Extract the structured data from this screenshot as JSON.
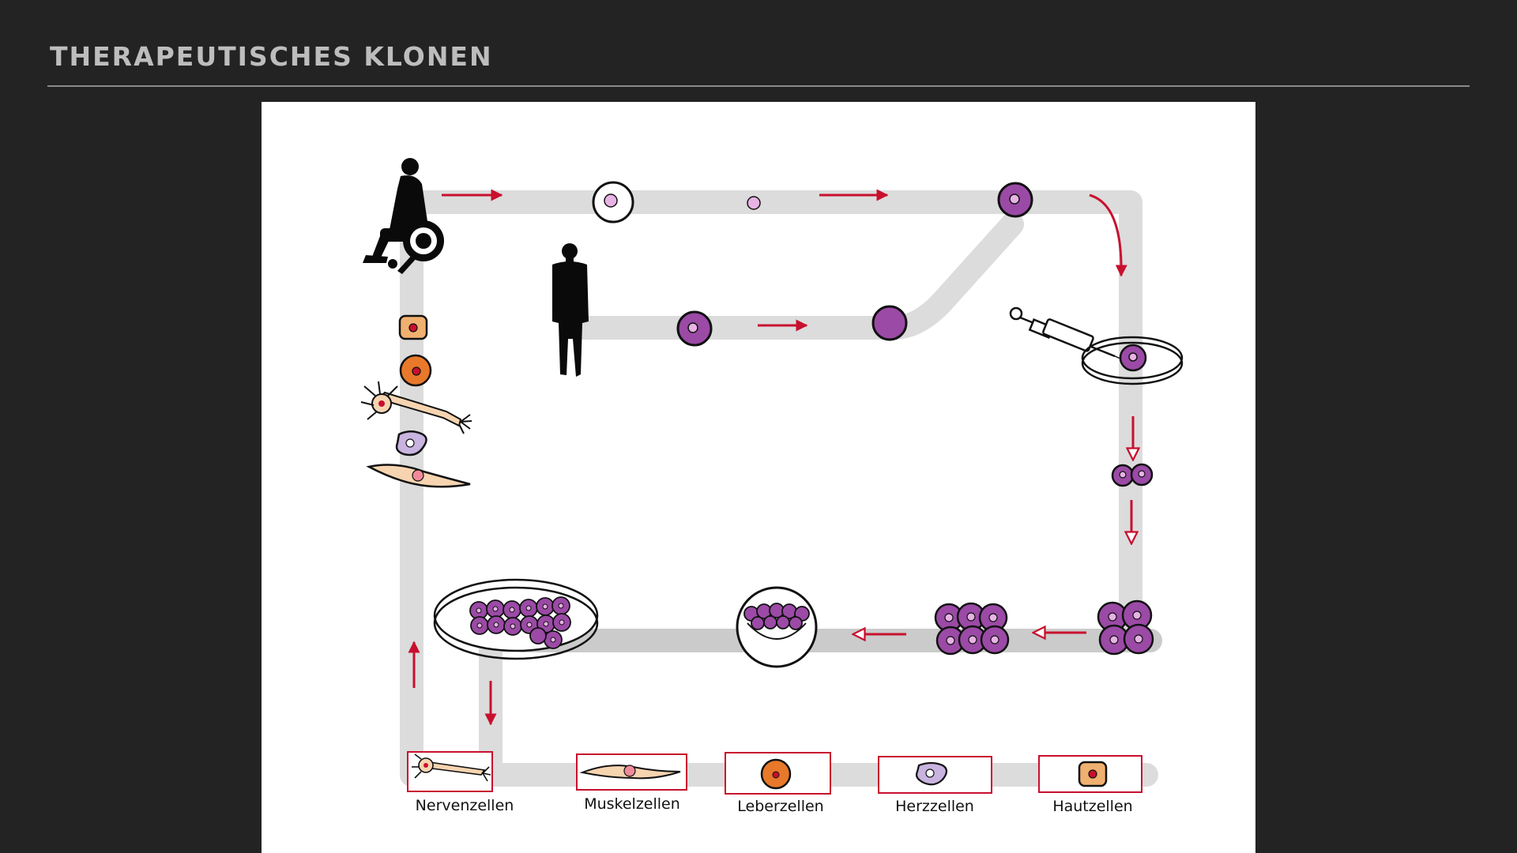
{
  "slide": {
    "title": "THERAPEUTISCHES KLONEN"
  },
  "diagram": {
    "cell_type_labels": [
      "Nervenzellen",
      "Muskelzellen",
      "Leberzellen",
      "Herzzellen",
      "Hautzellen"
    ]
  },
  "colors": {
    "background": "#232323",
    "title": "#bdbdbd",
    "arrow": "#c8102e",
    "path": "#dcdcdc",
    "stem_cell": "#9b4aa6",
    "stem_cell_nucleus": "#e7b3e5",
    "liver_cell": "#e8792b",
    "skin_cell": "#f0b070",
    "muscle_nerve_cell": "#f6d4b0",
    "heart_cell": "#c9b3e0"
  }
}
